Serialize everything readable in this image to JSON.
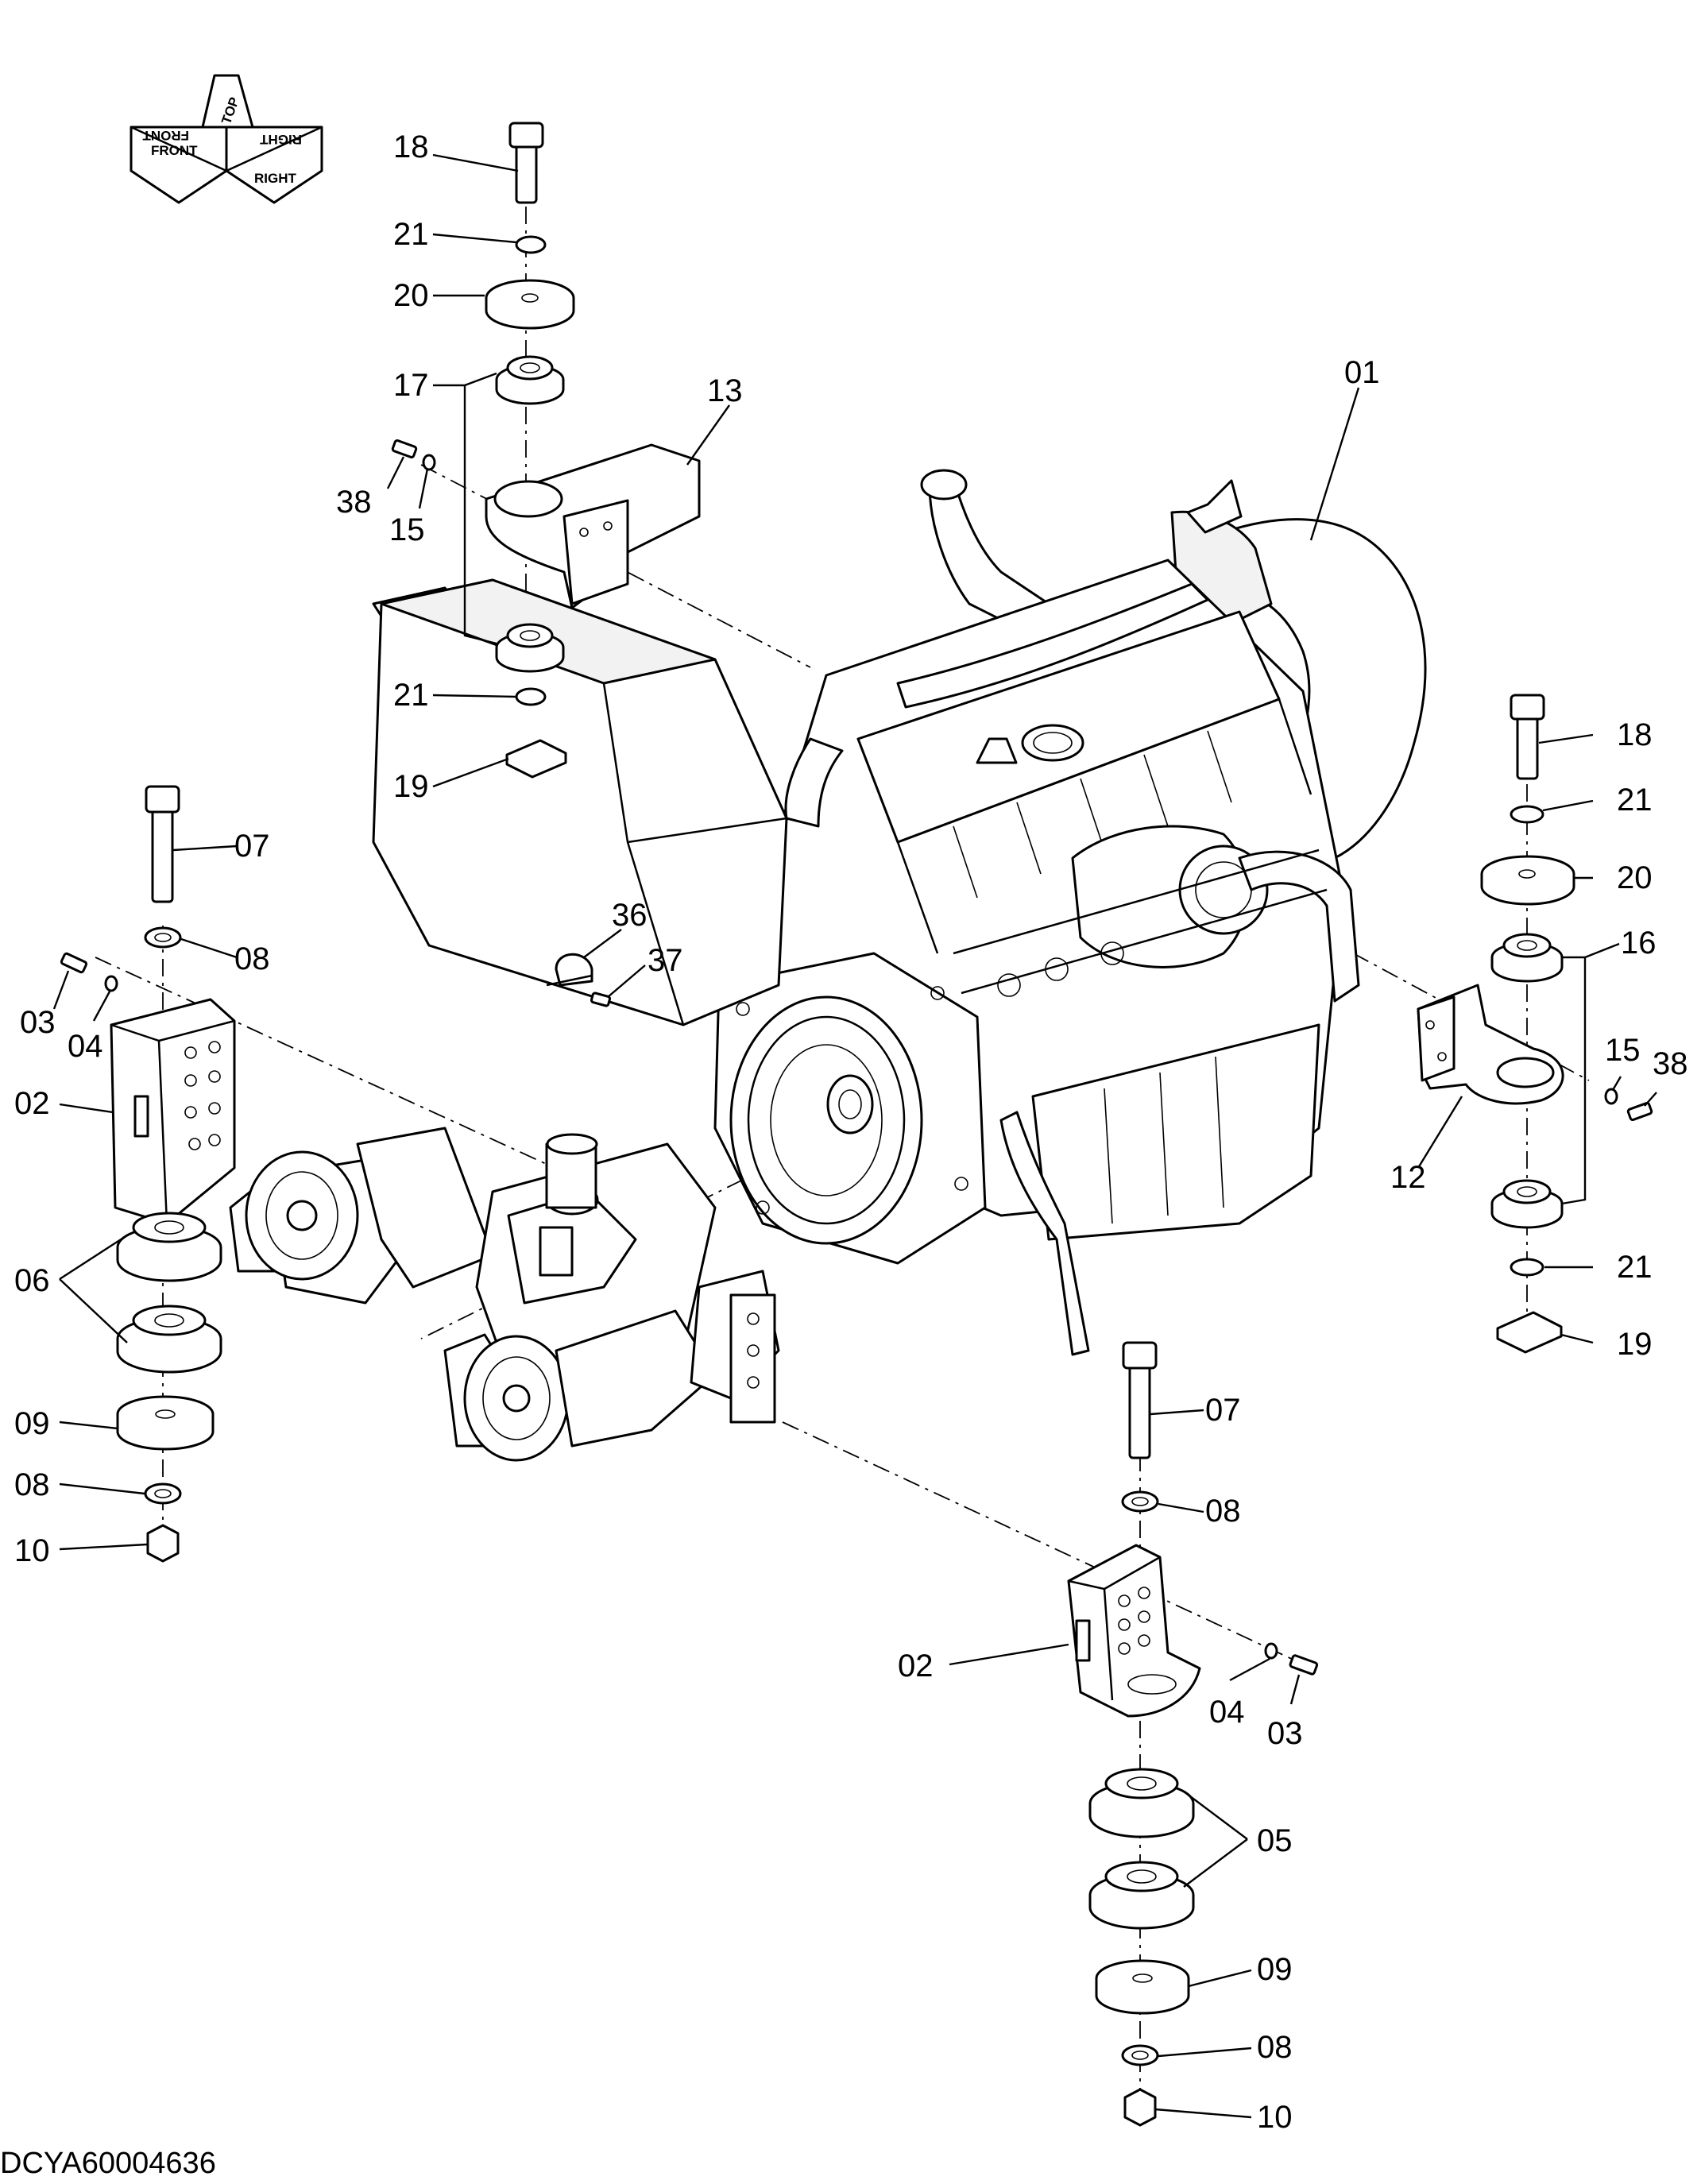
{
  "figure": {
    "drawing_code": "DCYA60004636",
    "orientation": {
      "top": "TOP",
      "front": "FRONT",
      "right": "RIGHT",
      "front_mirrored": "FRONT",
      "right_mirrored": "RIGHT"
    }
  },
  "callouts": {
    "c01": "01",
    "c02_left": "02",
    "c02_right": "02",
    "c03_left": "03",
    "c03_right": "03",
    "c04_left": "04",
    "c04_right": "04",
    "c05": "05",
    "c06": "06",
    "c07_left": "07",
    "c07_right": "07",
    "c08_left_top": "08",
    "c08_left_bottom": "08",
    "c08_right_top": "08",
    "c08_right_bottom": "08",
    "c09_left": "09",
    "c09_right": "09",
    "c10_left": "10",
    "c10_right": "10",
    "c12": "12",
    "c13": "13",
    "c15_left": "15",
    "c15_right": "15",
    "c16": "16",
    "c17": "17",
    "c18_left": "18",
    "c18_right": "18",
    "c19_left": "19",
    "c19_right": "19",
    "c20_left": "20",
    "c20_right": "20",
    "c21_left_top": "21",
    "c21_left_bottom": "21",
    "c21_right_top": "21",
    "c21_right_bottom": "21",
    "c36": "36",
    "c37": "37",
    "c38_left": "38",
    "c38_right": "38"
  }
}
